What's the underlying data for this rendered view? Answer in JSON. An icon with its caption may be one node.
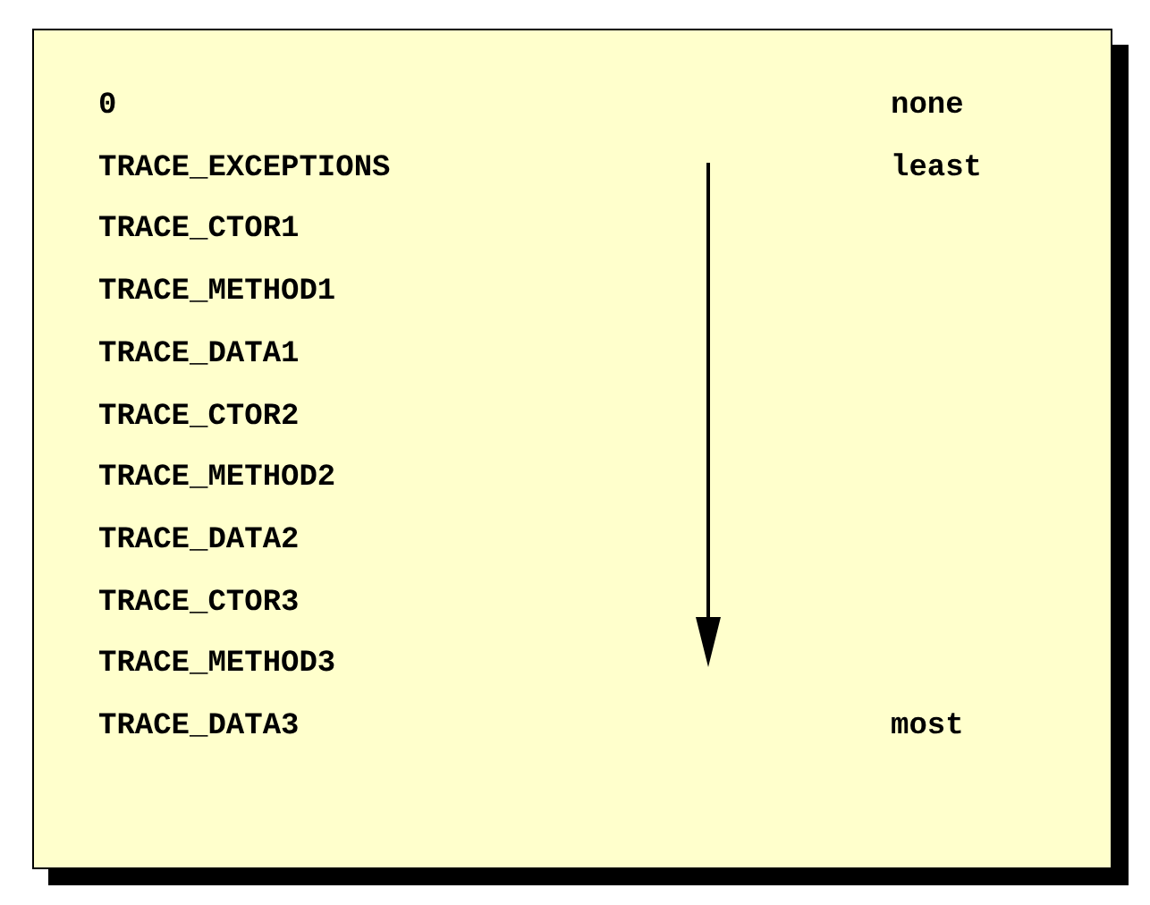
{
  "diagram": {
    "nodes": [
      {
        "text": [
          "0",
          "none",
          "TRACE_EXCEPTIONS",
          "least",
          "TRACE_CTOR1",
          "TRACE_METHOD1",
          "TRACE_DATA1",
          "TRACE_CTOR2",
          "TRACE_METHOD2",
          "TRACE_DATA2",
          "TRACE_CTOR3",
          "TRACE_METHOD3",
          "TRACE_DATA3",
          "most"
        ]
      }
    ]
  }
}
